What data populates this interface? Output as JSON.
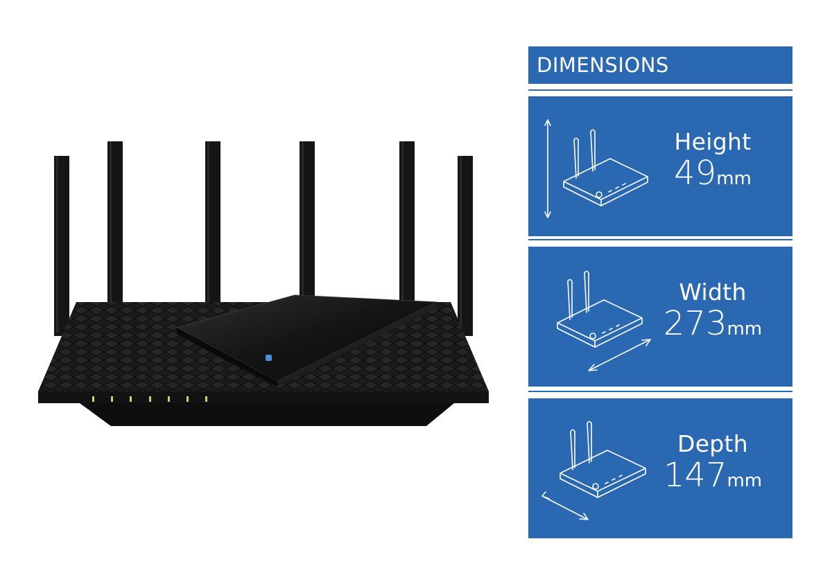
{
  "header": {
    "title": "DIMENSIONS"
  },
  "colors": {
    "panel": "#2a68b2",
    "text": "#ffffff",
    "router": "#161616"
  },
  "dimensions": [
    {
      "label": "Height",
      "value": "49",
      "unit": "mm",
      "icon": "router-height-icon"
    },
    {
      "label": "Width",
      "value": "273",
      "unit": "mm",
      "icon": "router-width-icon"
    },
    {
      "label": "Depth",
      "value": "147",
      "unit": "mm",
      "icon": "router-depth-icon"
    }
  ],
  "product": {
    "image": "wifi-router-six-antennas"
  }
}
